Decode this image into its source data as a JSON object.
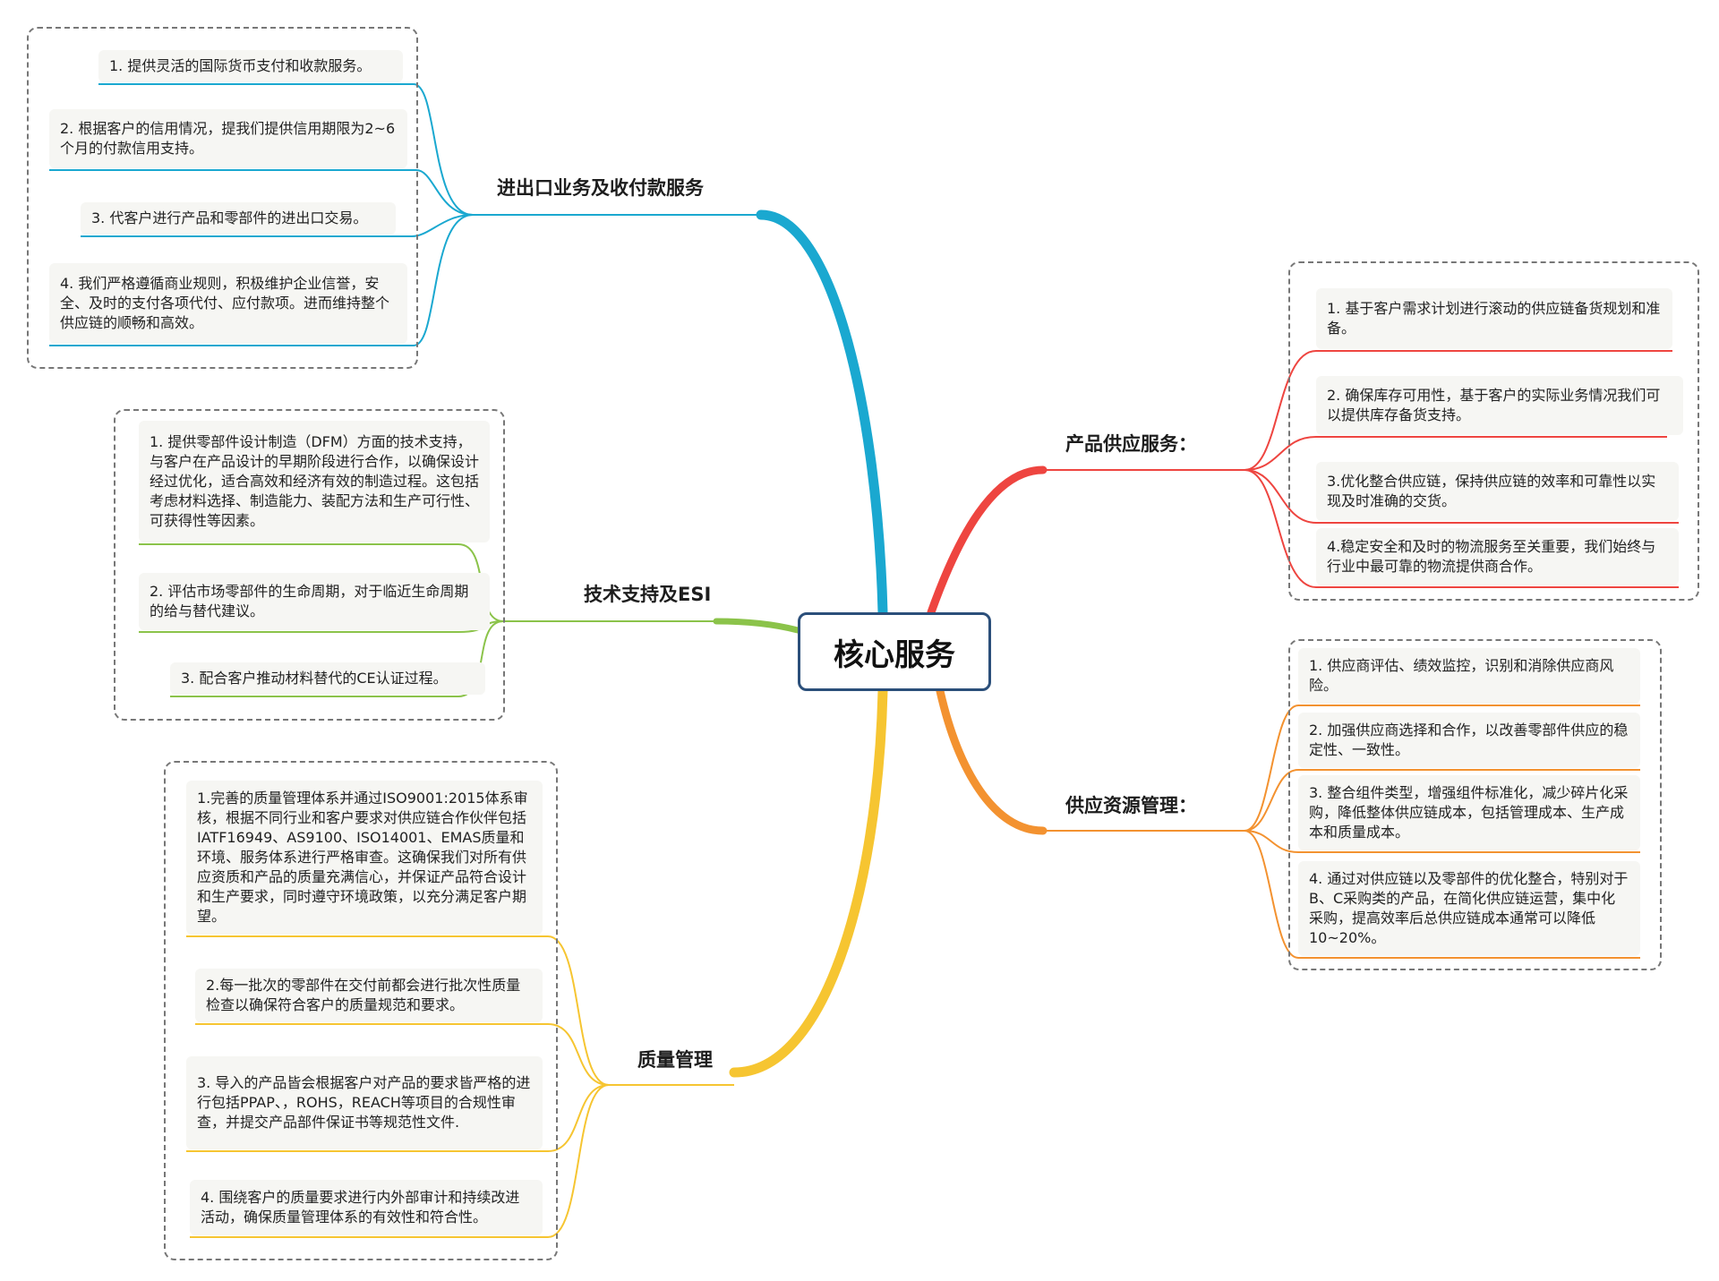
{
  "root": {
    "label": "核心服务"
  },
  "colors": {
    "import_export": "#1aa8d0",
    "tech": "#8bc34a",
    "quality": "#f6c531",
    "supply": "#ee4540",
    "sourcing": "#f39230"
  },
  "branches": {
    "import_export": {
      "label": "进出口业务及收付款服务",
      "items": [
        "1. 提供灵活的国际货币支付和收款服务。",
        "2. 根据客户的信用情况，提我们提供信用期限为2~6个月的付款信用支持。",
        "3. 代客户进行产品和零部件的进出口交易。",
        "4. 我们严格遵循商业规则，积极维护企业信誉，安全、及时的支付各项代付、应付款项。进而维持整个供应链的顺畅和高效。"
      ]
    },
    "tech": {
      "label": "技术支持及ESI",
      "items": [
        "1. 提供零部件设计制造（DFM）方面的技术支持，与客户在产品设计的早期阶段进行合作，以确保设计经过优化，适合高效和经济有效的制造过程。这包括考虑材料选择、制造能力、装配方法和生产可行性、可获得性等因素。",
        "2. 评估市场零部件的生命周期，对于临近生命周期的给与替代建议。",
        "3. 配合客户推动材料替代的CE认证过程。"
      ]
    },
    "quality": {
      "label": "质量管理",
      "items": [
        "1.完善的质量管理体系并通过ISO9001:2015体系审核，根据不同行业和客户要求对供应链合作伙伴包括IATF16949、AS9100、ISO14001、EMAS质量和环境、服务体系进行严格审查。这确保我们对所有供应资质和产品的质量充满信心，并保证产品符合设计和生产要求，同时遵守环境政策，以充分满足客户期望。",
        "2.每一批次的零部件在交付前都会进行批次性质量检查以确保符合客户的质量规范和要求。",
        "3. 导入的产品皆会根据客户对产品的要求皆严格的进行包括PPAP、，ROHS，REACH等项目的合规性审查，并提交产品部件保证书等规范性文件.",
        "4. 围绕客户的质量要求进行内外部审计和持续改进活动，确保质量管理体系的有效性和符合性。"
      ]
    },
    "supply": {
      "label": "产品供应服务：",
      "items": [
        "1. 基于客户需求计划进行滚动的供应链备货规划和准备。",
        "2. 确保库存可用性，基于客户的实际业务情况我们可以提供库存备货支持。",
        "3.优化整合供应链，保持供应链的效率和可靠性以实现及时准确的交货。",
        "4.稳定安全和及时的物流服务至关重要，我们始终与行业中最可靠的物流提供商合作。"
      ]
    },
    "sourcing": {
      "label": "供应资源管理：",
      "items": [
        "1. 供应商评估、绩效监控，识别和消除供应商风险。",
        "2. 加强供应商选择和合作，以改善零部件供应的稳定性、一致性。",
        "3. 整合组件类型，增强组件标准化，减少碎片化采购，降低整体供应链成本，包括管理成本、生产成本和质量成本。",
        "4. 通过对供应链以及零部件的优化整合，特别对于B、C采购类的产品，在简化供应链运营，集中化采购，提高效率后总供应链成本通常可以降低10~20%。"
      ]
    }
  }
}
